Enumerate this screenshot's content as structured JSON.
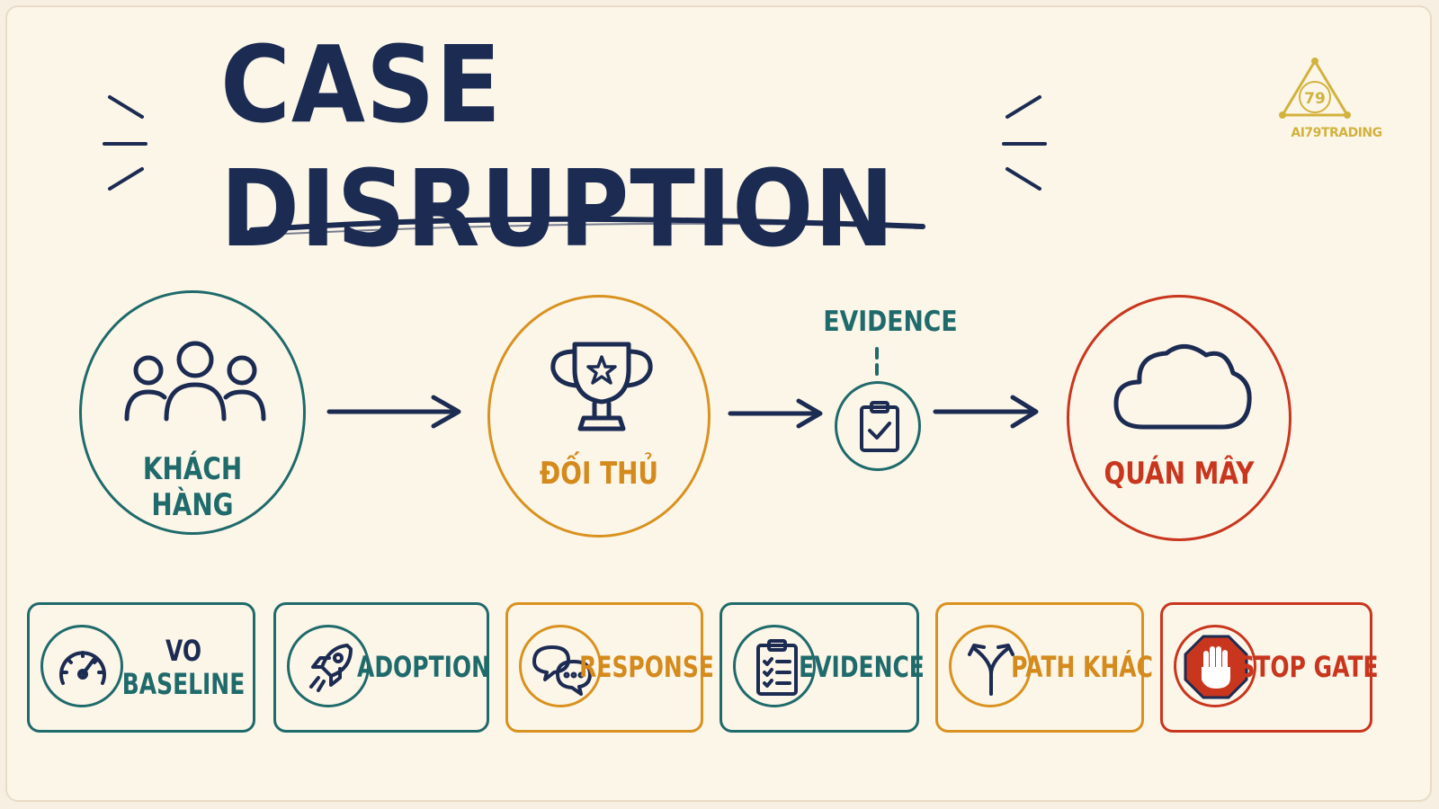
{
  "title": "CASE DISRUPTION",
  "logo": {
    "text": "AI79TRADING",
    "mark": "79"
  },
  "flow": {
    "nodes": [
      {
        "label": "KHÁCH HÀNG",
        "icon": "people-icon",
        "color": "#1f6a6b"
      },
      {
        "label": "ĐỐI THỦ",
        "icon": "trophy-icon",
        "color": "#d9921f"
      },
      {
        "label": "EVIDENCE",
        "icon": "clipboard-check-icon",
        "color": "#1f6a6b"
      },
      {
        "label": "QUÁN MÂY",
        "icon": "cloud-icon",
        "color": "#c9361e"
      }
    ]
  },
  "cards": [
    {
      "lines": [
        "VO",
        "BASELINE"
      ],
      "icon": "gauge-icon",
      "color": "#1f6a6b"
    },
    {
      "lines": [
        "ADOPTION"
      ],
      "icon": "rocket-icon",
      "color": "#1f6a6b"
    },
    {
      "lines": [
        "RESPONSE"
      ],
      "icon": "chat-bubbles-icon",
      "color": "#d9921f"
    },
    {
      "lines": [
        "EVIDENCE"
      ],
      "icon": "checklist-icon",
      "color": "#1f6a6b"
    },
    {
      "lines": [
        "PATH KHÁC"
      ],
      "icon": "split-arrows-icon",
      "color": "#d9921f"
    },
    {
      "lines": [
        "STOP GATE"
      ],
      "icon": "stop-hand-icon",
      "color": "#c9361e"
    }
  ],
  "colors": {
    "navy": "#1c2b52",
    "teal": "#1f6a6b",
    "orange": "#d9921f",
    "red": "#c9361e",
    "gold": "#d2b23d",
    "background": "#fcf6e9"
  }
}
